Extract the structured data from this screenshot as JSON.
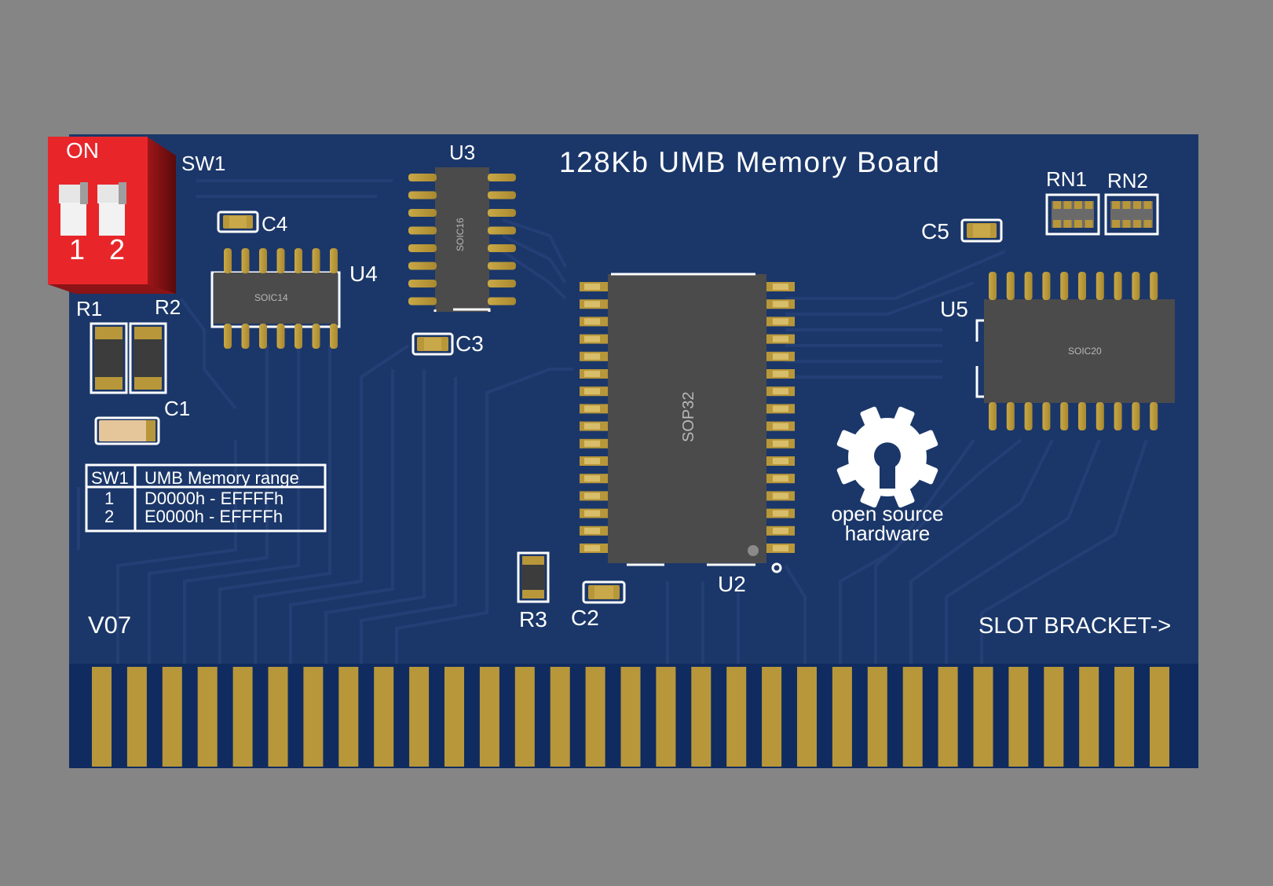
{
  "board": {
    "title": "128Kb UMB Memory Board",
    "version": "V07",
    "slot_label": "SLOT BRACKET->",
    "oshw": {
      "line1": "open source",
      "line2": "hardware",
      "icon": "oshw-gear-icon"
    },
    "colors": {
      "background": "#858585",
      "pcb": "#1b3769",
      "gold": "#b8973a",
      "chip": "#4b4b4b",
      "switch": "#e8262a"
    }
  },
  "switch": {
    "ref": "SW1",
    "on_label": "ON",
    "positions": [
      "1",
      "2"
    ]
  },
  "components": {
    "c1": "C1",
    "c2": "C2",
    "c3": "C3",
    "c4": "C4",
    "c5": "C5",
    "r1": "R1",
    "r2": "R2",
    "r3": "R3",
    "rn1": "RN1",
    "rn2": "RN2",
    "u2": "U2",
    "u3": "U3",
    "u4": "U4",
    "u5": "U5"
  },
  "packages": {
    "u2": "SOP32",
    "u3": "SOIC16",
    "u4": "SOIC14",
    "u5": "SOIC20"
  },
  "range_table": {
    "headers": [
      "SW1",
      "UMB Memory range"
    ],
    "rows": [
      [
        "1",
        "D0000h - EFFFFh"
      ],
      [
        "2",
        "E0000h - EFFFFh"
      ]
    ]
  },
  "edge_connector": {
    "fingers": 31
  }
}
